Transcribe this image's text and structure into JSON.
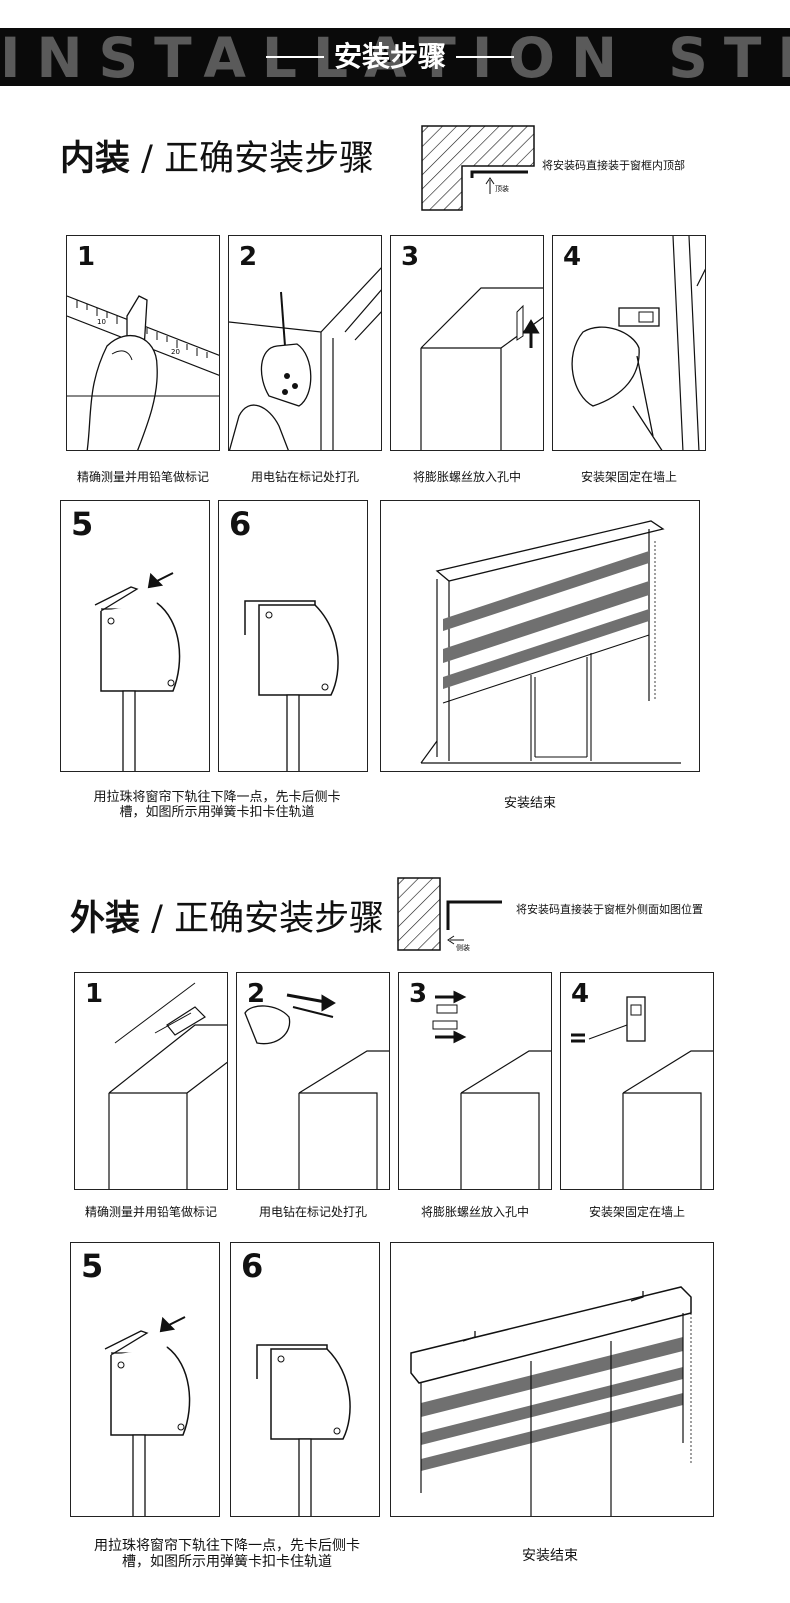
{
  "banner": {
    "background_text": "INSTALLATION STEPS",
    "title": "安装步骤"
  },
  "inner": {
    "title_main": "内装",
    "title_rest": "正确安装步骤",
    "hint": "将安装码直接装于窗框内顶部",
    "mini_label": "顶装",
    "steps": [
      {
        "number": "1",
        "caption": "精确测量并用铅笔做标记"
      },
      {
        "number": "2",
        "caption": "用电钻在标记处打孔"
      },
      {
        "number": "3",
        "caption": "将膨胀螺丝放入孔中"
      },
      {
        "number": "4",
        "caption": "安装架固定在墙上"
      },
      {
        "number": "5",
        "caption_line1": "用拉珠将窗帘下轨往下降一点，先卡后侧卡",
        "caption_line2": "槽，如图所示用弹簧卡扣卡住轨道"
      },
      {
        "number": "6"
      },
      {
        "caption": "安装结束"
      }
    ],
    "ruler_labels": [
      "10",
      "20"
    ]
  },
  "outer": {
    "title_main": "外装",
    "title_rest": "正确安装步骤",
    "hint": "将安装码直接装于窗框外侧面如图位置",
    "mini_label": "侧装",
    "steps": [
      {
        "number": "1",
        "caption": "精确测量并用铅笔做标记"
      },
      {
        "number": "2",
        "caption": "用电钻在标记处打孔"
      },
      {
        "number": "3",
        "caption": "将膨胀螺丝放入孔中"
      },
      {
        "number": "4",
        "caption": "安装架固定在墙上"
      },
      {
        "number": "5",
        "caption_line1": "用拉珠将窗帘下轨往下降一点，先卡后侧卡",
        "caption_line2": "槽，如图所示用弹簧卡扣卡住轨道"
      },
      {
        "number": "6"
      },
      {
        "caption": "安装结束"
      }
    ]
  },
  "colors": {
    "band": "#707070",
    "ink": "#111111",
    "banner": "#0a0a0a"
  }
}
